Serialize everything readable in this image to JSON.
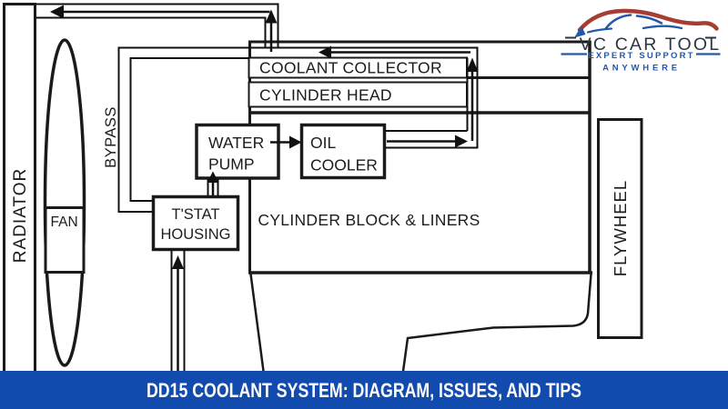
{
  "banner": {
    "title": "DD15 COOLANT SYSTEM: DIAGRAM, ISSUES, AND TIPS",
    "bg_color": "#114BAD",
    "text_color": "#ffffff"
  },
  "logo": {
    "title": "VC CAR TOOL",
    "tagline": "EXPERT SUPPORT",
    "tagline2": "ANYWHERE",
    "colors": {
      "car_red": "#a63d33",
      "accent_blue": "#2458a8",
      "title_dark": "#2c3640"
    }
  },
  "diagram": {
    "line_color": "#1a1a1a",
    "labels": {
      "radiator": "RADIATOR",
      "fan": "FAN",
      "bypass": "BYPASS",
      "coolant_collector": "COOLANT COLLECTOR",
      "cylinder_head": "CYLINDER HEAD",
      "water_pump_1": "WATER",
      "water_pump_2": "PUMP",
      "oil_cooler_1": "OIL",
      "oil_cooler_2": "COOLER",
      "tstat_1": "T'STAT",
      "tstat_2": "HOUSING",
      "cylinder_block": "CYLINDER BLOCK & LINERS",
      "flywheel": "FLYWHEEL"
    }
  }
}
